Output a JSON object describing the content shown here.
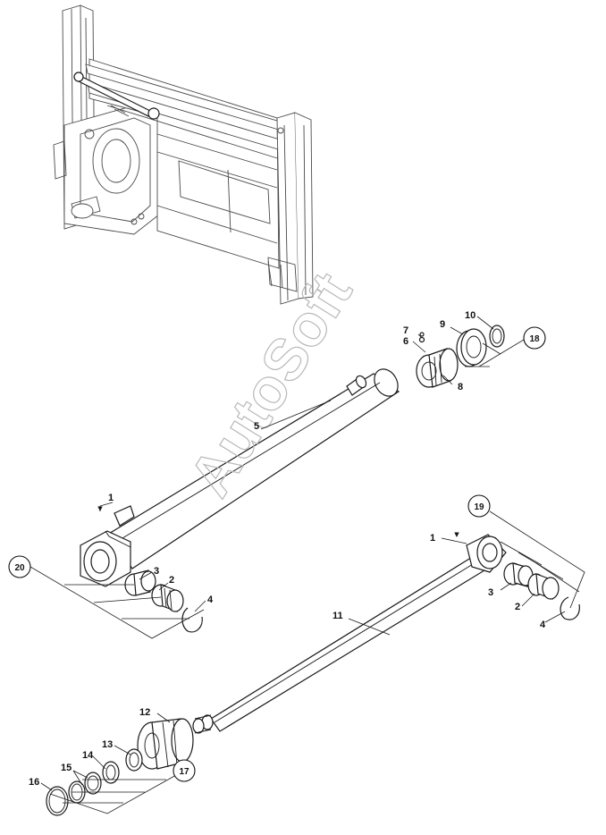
{
  "watermark": "AutoSoft",
  "callouts": {
    "c1_a": "1",
    "c1_b": "1",
    "c2_a": "2",
    "c2_b": "2",
    "c3_a": "3",
    "c3_b": "3",
    "c4_a": "4",
    "c4_b": "4",
    "c5": "5",
    "c6": "6",
    "c7": "7",
    "c8": "8",
    "c9": "9",
    "c10": "10",
    "c11": "11",
    "c12": "12",
    "c13": "13",
    "c14": "14",
    "c15": "15",
    "c16": "16",
    "c17": "17",
    "c18": "18",
    "c19": "19",
    "c20": "20"
  }
}
